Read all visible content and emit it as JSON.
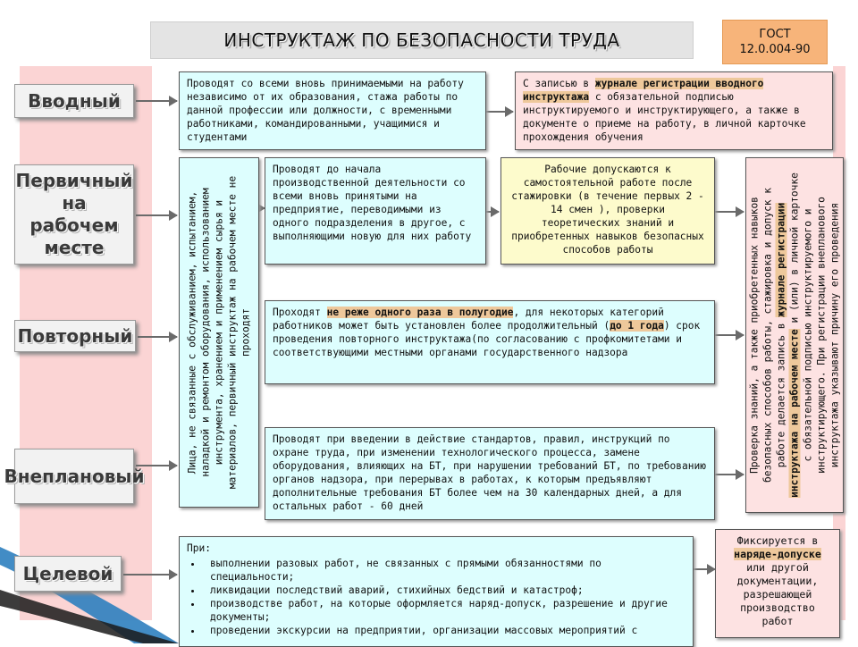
{
  "title": "ИНСТРУКТАЖ ПО БЕЗОПАСНОСТИ ТРУДА",
  "gost": {
    "line1": "ГОСТ",
    "line2": "12.0.004-90"
  },
  "types": {
    "vvodny": "Вводный",
    "pervichny": "Первичный на рабочем месте",
    "povtorny": "Повторный",
    "vneplanovy": "Внеплановый",
    "tselevoy": "Целевой"
  },
  "vvodny": {
    "desc": "Проводят со всеми вновь принимаемыми на работу независимо от их образования, стажа работы по данной профессии или должности, с временными работниками, командированными, учащимися и студентами",
    "record_pre": "С записью в ",
    "record_hl": "журнале регистрации вводного инструктажа",
    "record_post": " с обязательной подписью инструктируемого и инструктирующего, а также в документе о приеме на работу, в личной карточке прохождения обучения"
  },
  "exempt_note": "Лица, не связанные с обслуживанием, испытанием, наладкой и ремонтом оборудования, использованием инструмента, хранением и применением сырья и материалов, первичный инструктаж на рабочем месте не проходят",
  "pervichny": {
    "desc": "Проводят до начала производственной деятельности со всеми вновь принятыми на предприятие, переводимыми из одного подразделения в другое, с выполняющими новую для них работу",
    "admission": "Рабочие допускаются к самостоятельной работе после стажировки (в течение первых 2 - 14 смен ), проверки теоретических знаний и приобретенных навыков безопасных способов работы"
  },
  "povtorny": {
    "desc_pre": "Проходят ",
    "desc_hl1": "не реже одного раза в полугодие",
    "desc_mid": ", для некоторых категорий работников может быть установлен более продолжительный (",
    "desc_hl2": "до 1 года",
    "desc_post": ") срок проведения повторного инструктажа(по согласованию с профкомитетами и соответствующими местными органами государственного надзора"
  },
  "vneplanovy": {
    "desc": "Проводят при введении в действие стандартов, правил, инструкций по охране труда, при изменении технологического процесса, замене оборудования, влияющих на БТ, при нарушении требований БТ, по требованию органов надзора, при перерывах в работах, к которым предъявляют дополнительные требования БТ более чем на 30 календарных дней, а для остальных работ - 60 дней"
  },
  "verification": {
    "pre": "Проверка знаний, а также приобретенных навыков безопасных способов работы, стажировка и допуск к работе делается запись в ",
    "hl": "журнале регистрации инструктажа на рабочем месте",
    "post": " и (или) в личной карточке с обязательной подписью инструктируемого и инструктирующего. При регистрации внепланового инструктажа указывают причину его проведения"
  },
  "tselevoy": {
    "intro": "При:",
    "items": [
      "выполнении разовых работ, не связанных с прямыми обязанностями по специальности;",
      "ликвидации последствий аварий, стихийных бедствий и катастроф;",
      "производстве работ, на которые оформляется наряд-допуск, разрешение и другие документы;",
      "проведении экскурсии на предприятии, организации массовых мероприятий с"
    ],
    "record_pre": "Фиксируется в ",
    "record_hl": "наряде-допуске",
    "record_post": " или другой документации, разрешающей производство работ"
  }
}
